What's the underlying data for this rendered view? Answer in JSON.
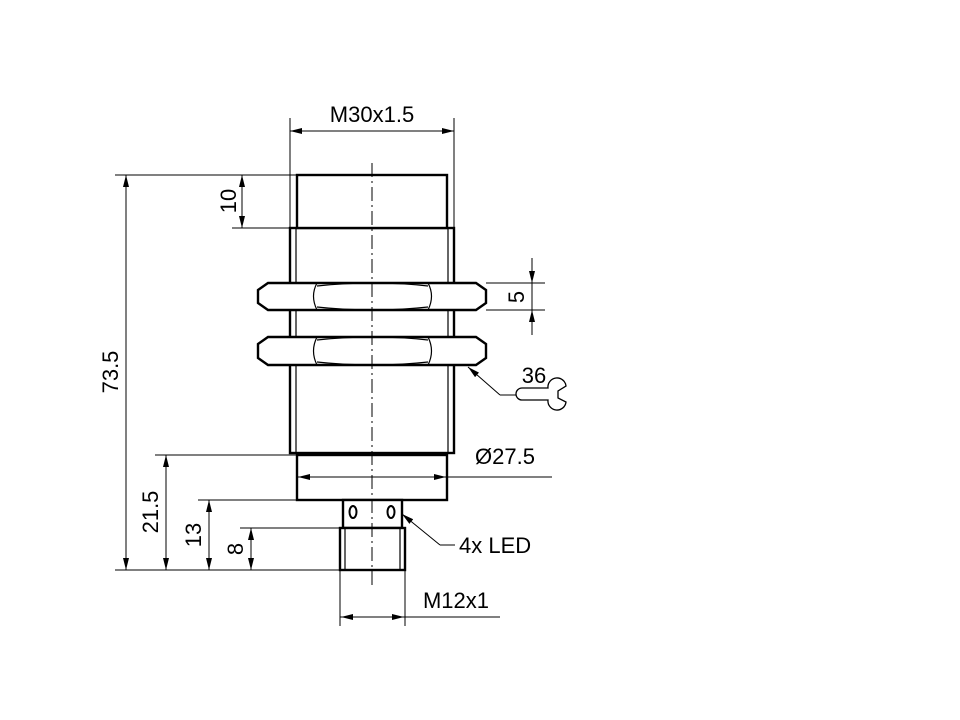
{
  "drawing": {
    "dimensions": {
      "thread_main": "M30x1.5",
      "total_length": "73.5",
      "face_length": "10",
      "nut_height": "5",
      "wrench_size": "36",
      "collar_diameter": "Ø27.5",
      "rear_length": "21.5",
      "led_section": "13",
      "connector_length": "8",
      "connector_thread": "M12x1"
    },
    "labels": {
      "led": "4x LED"
    },
    "icons": [
      "wrench-icon"
    ]
  }
}
